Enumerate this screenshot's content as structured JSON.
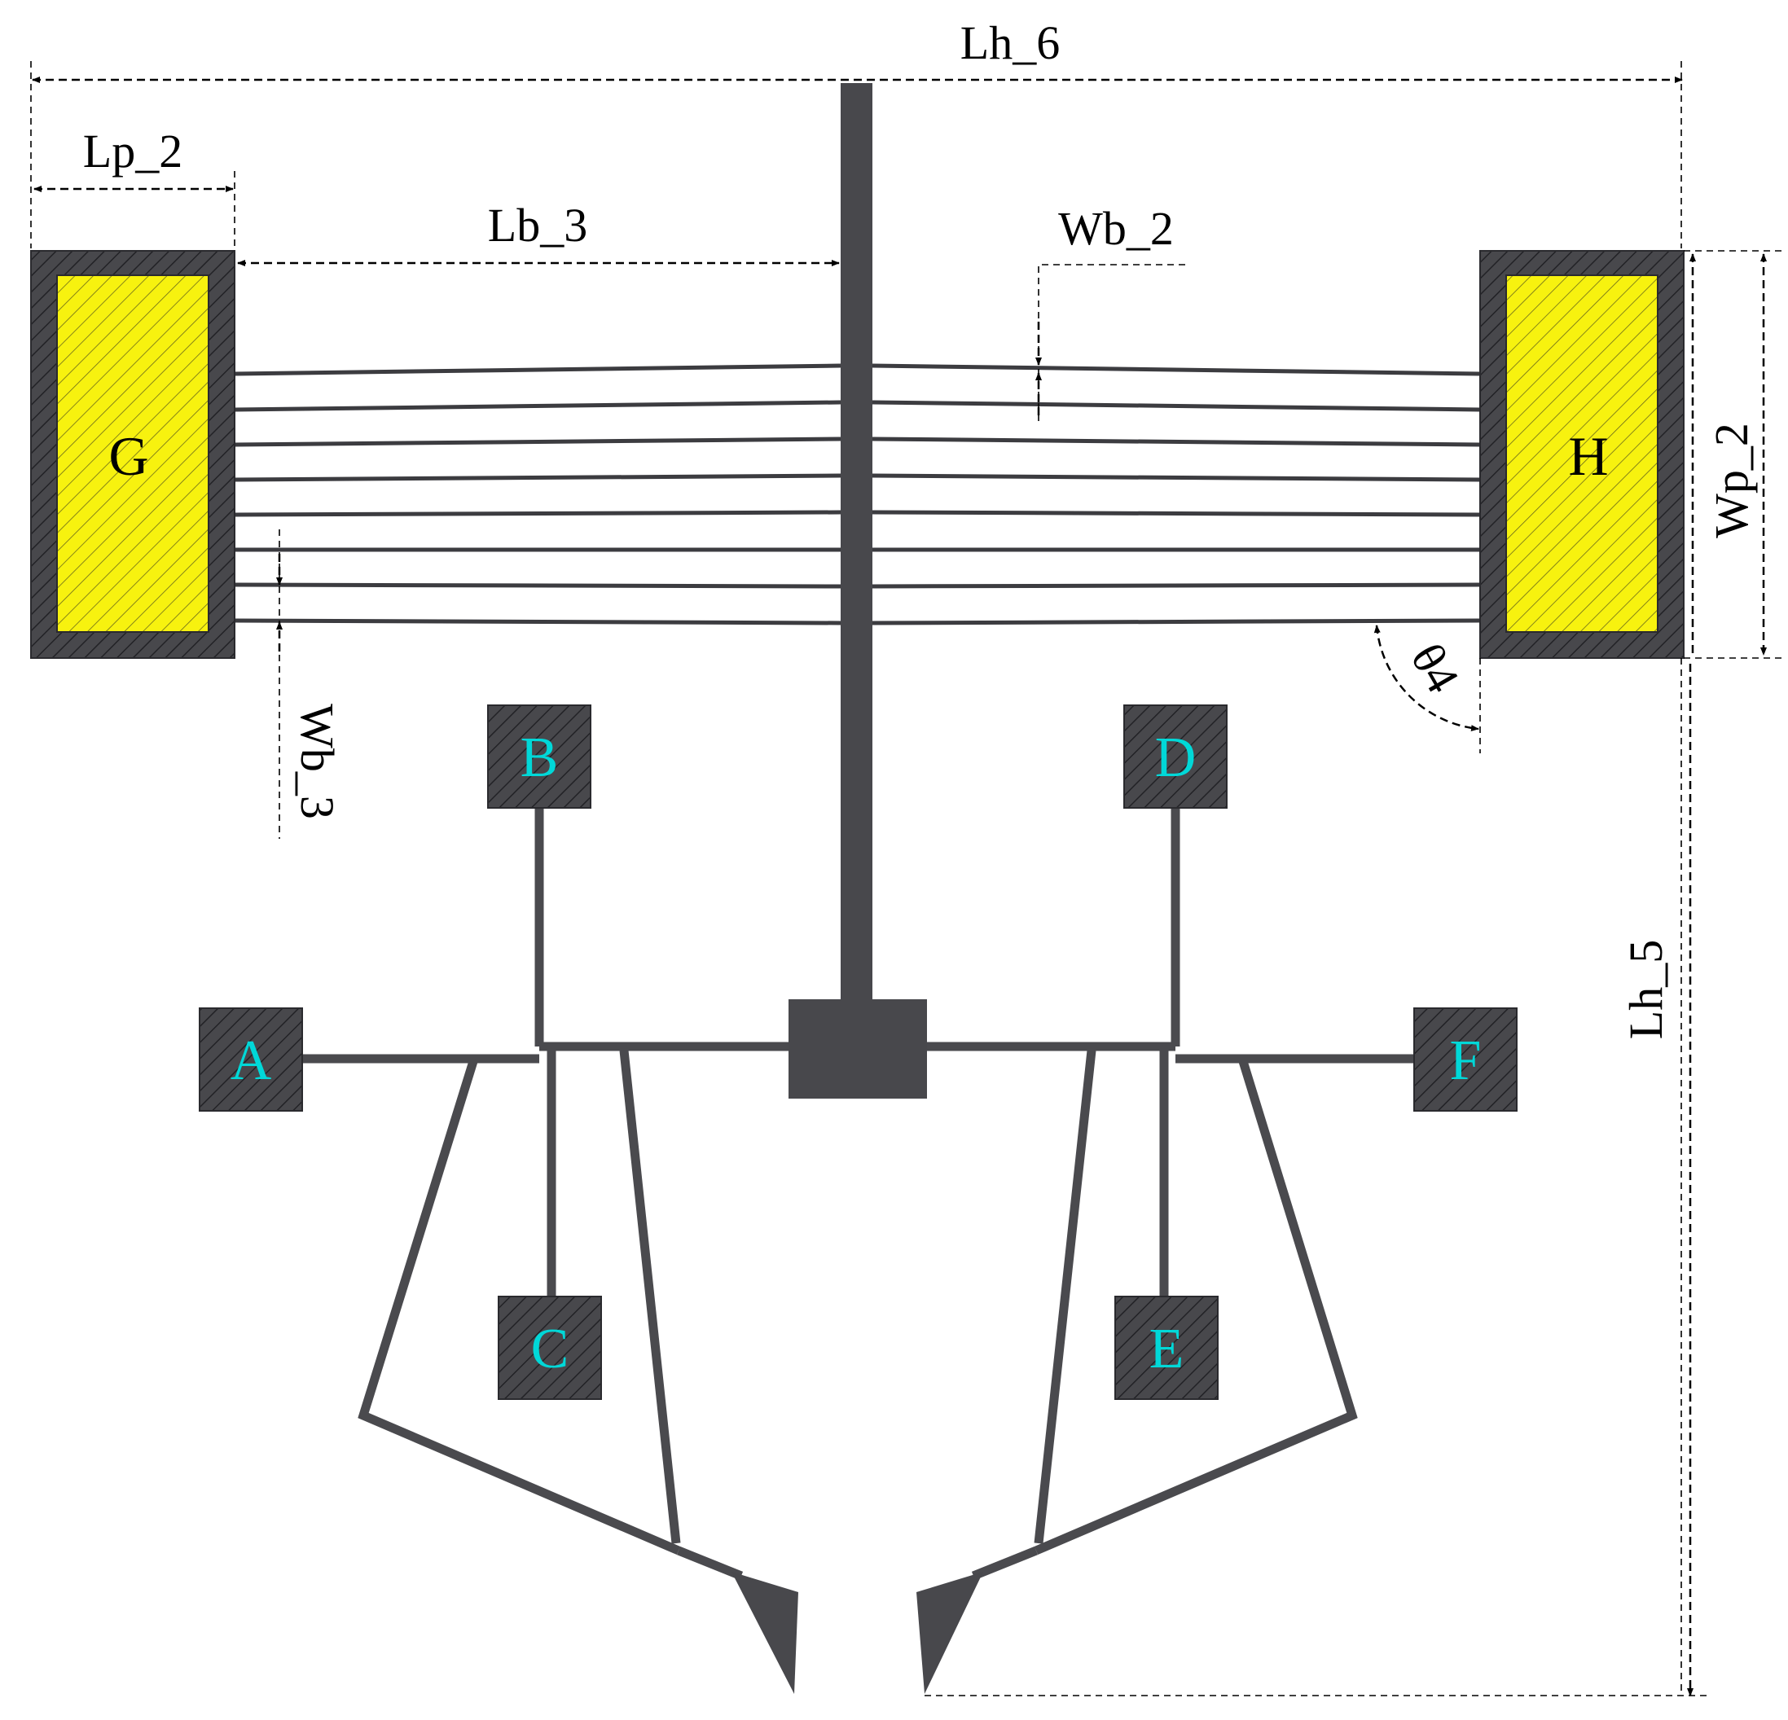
{
  "diagram": {
    "labels": {
      "overall_length": "Lh_6",
      "pad_length": "Lp_2",
      "beam_length": "Lb_3",
      "beam_width_top": "Wb_2",
      "pad_width": "Wp_2",
      "beam_spacing": "Wb_3",
      "angle": "θ4",
      "height": "Lh_5"
    },
    "anchors": {
      "left": "G",
      "right": "H"
    },
    "nodes": [
      "A",
      "B",
      "C",
      "D",
      "E",
      "F"
    ],
    "colors": {
      "anchor_fill": "#f7f20f",
      "structure": "#48484c",
      "node_text": "#00d8d8",
      "dimension": "#000000"
    }
  }
}
